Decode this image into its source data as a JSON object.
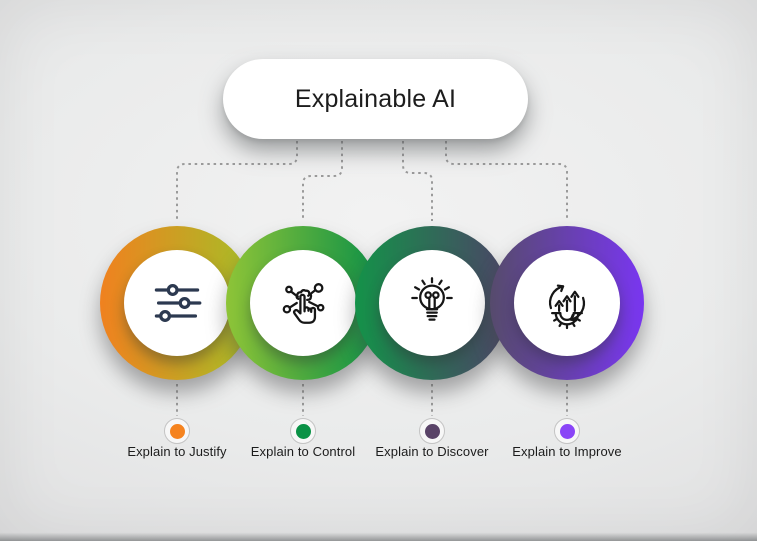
{
  "title": {
    "text": "Explainable AI"
  },
  "connectors": {
    "color": "#9a9a9a"
  },
  "nodes": [
    {
      "label": "Explain to Justify",
      "icon": "sliders-icon",
      "ring_gradient": [
        "#f0811f",
        "#a6be27"
      ],
      "dot_color": "#f5831f"
    },
    {
      "label": "Explain to Control",
      "icon": "touch-network-icon",
      "ring_gradient": [
        "#8ec437",
        "#0e9147"
      ],
      "dot_color": "#0a9246"
    },
    {
      "label": "Explain to Discover",
      "icon": "lightbulb-icon",
      "ring_gradient": [
        "#149249",
        "#4b4466"
      ],
      "dot_color": "#5a4368"
    },
    {
      "label": "Explain to Improve",
      "icon": "gear-growth-icon",
      "ring_gradient": [
        "#564b6c",
        "#7936f0"
      ],
      "dot_color": "#8a45f7"
    }
  ]
}
